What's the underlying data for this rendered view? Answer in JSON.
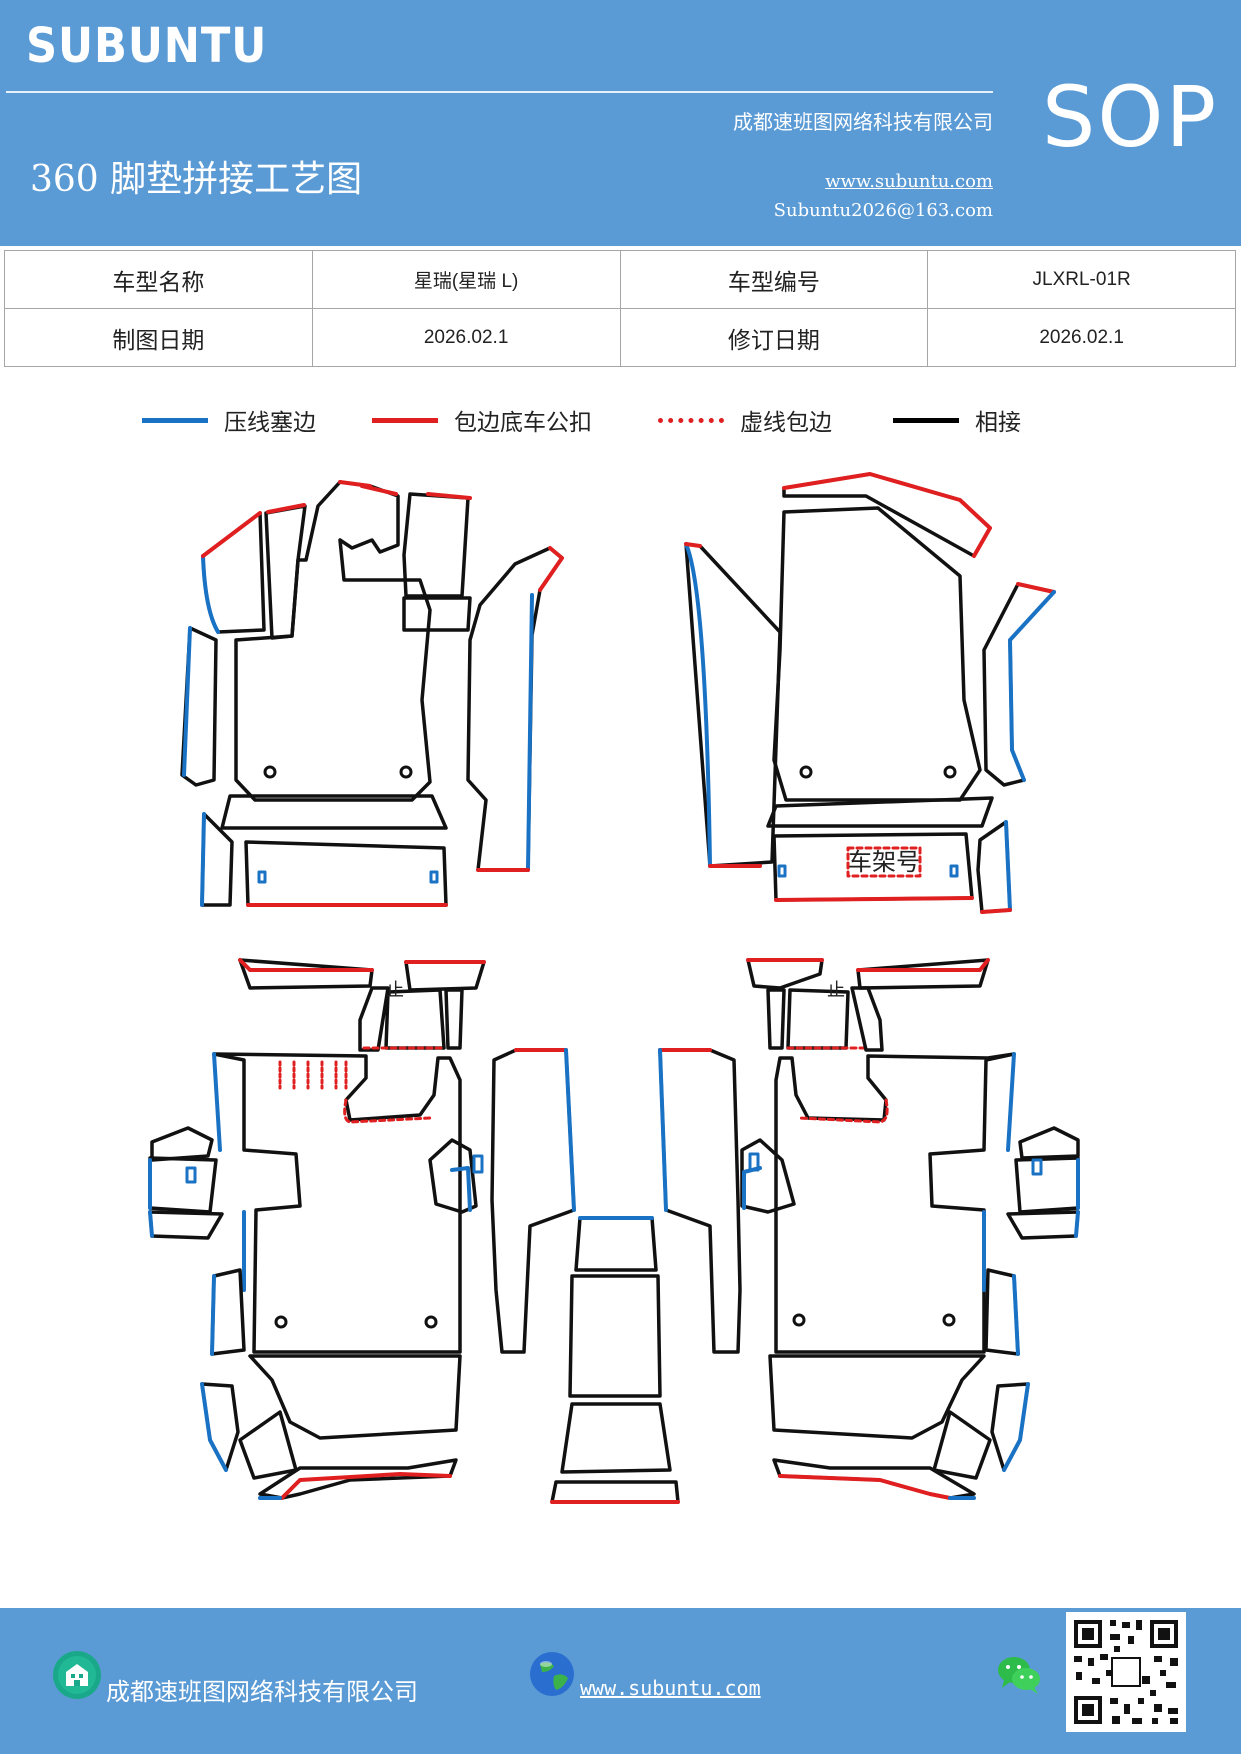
{
  "header": {
    "brand": "SUBUNTU",
    "badge": "SOP",
    "company": "成都速班图网络科技有限公司",
    "title": "360 脚垫拼接工艺图",
    "website": "www.subuntu.com",
    "email": "Subuntu2026@163.com"
  },
  "info": {
    "model_name_label": "车型名称",
    "model_name": "星瑞(星瑞 L)",
    "model_code_label": "车型编号",
    "model_code": "JLXRL-01R",
    "drawing_date_label": "制图日期",
    "drawing_date": "2026.02.1",
    "revision_date_label": "修订日期",
    "revision_date": "2026.02.1"
  },
  "legend": [
    {
      "label": "压线塞边",
      "color": "#1a72c4",
      "style": "solid"
    },
    {
      "label": "包边底车公扣",
      "color": "#e02020",
      "style": "solid"
    },
    {
      "label": "虚线包边",
      "color": "#e02020",
      "style": "dotted"
    },
    {
      "label": "相接",
      "color": "#000000",
      "style": "solid"
    }
  ],
  "diagram": {
    "frame_label": "车架号",
    "stop_mark": "止"
  },
  "footer": {
    "company": "成都速班图网络科技有限公司",
    "website": "www.subuntu.com"
  },
  "icons": {
    "building": "building-icon",
    "globe": "globe-icon",
    "wechat": "wechat-icon",
    "qr": "qr-code-icon"
  }
}
